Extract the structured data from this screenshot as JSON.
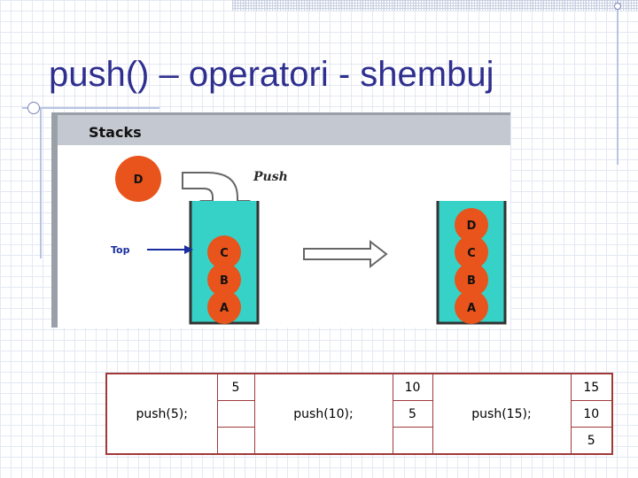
{
  "slide": {
    "title": "push() – operatori - shembuj"
  },
  "stack_image": {
    "heading": "Stacks",
    "push_label": "Push",
    "top_label": "Top",
    "new_element": "D",
    "before_stack": [
      "C",
      "B",
      "A"
    ],
    "after_stack": [
      "D",
      "C",
      "B",
      "A"
    ],
    "colors": {
      "node": "#e8541c",
      "stack_fill": "#36d2c8",
      "heading_bar": "#c4c8d0",
      "label_blue": "#1a2ea0",
      "push_text": "#2a2a2a"
    }
  },
  "operations": {
    "row1": [
      "",
      "5",
      "",
      "10",
      "",
      "15"
    ],
    "row2": [
      "push(5);",
      "",
      "push(10);",
      "5",
      "push(15);",
      "10"
    ],
    "row3": [
      "",
      "",
      "",
      "",
      "",
      "5"
    ],
    "border_color": "#a03a3a"
  }
}
